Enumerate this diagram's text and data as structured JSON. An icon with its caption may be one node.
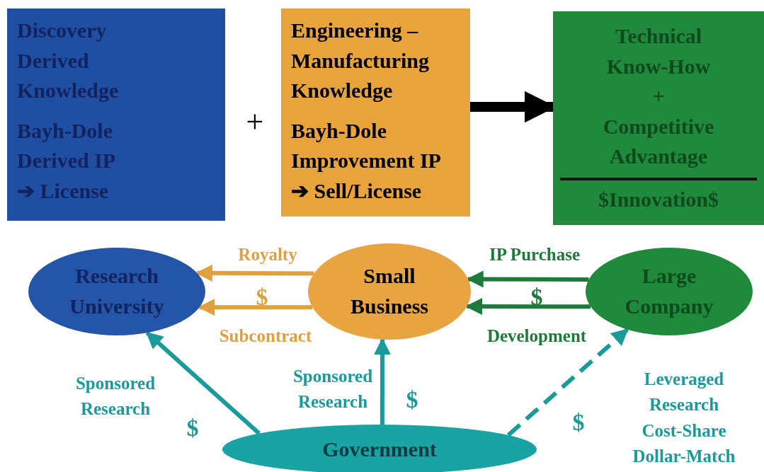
{
  "diagram": {
    "nodes": [
      {
        "text": [
          "Discovery Derived Knowledge",
          "Bayh-Dole Derived IP ➔ License"
        ]
      },
      {
        "text": [
          "Engineering – Manufacturing Knowledge",
          "Bayh-Dole Improvement IP ➔ Sell/License"
        ]
      },
      {
        "text": [
          "Technical Know-How",
          "+",
          "Competitive Advantage",
          "$Innovation$"
        ]
      },
      {
        "text": [
          "Research University"
        ]
      },
      {
        "text": [
          "Small Business"
        ]
      },
      {
        "text": [
          "Large Company"
        ]
      },
      {
        "text": [
          "Government"
        ]
      }
    ],
    "edges": [
      {
        "from": 1,
        "to": 2,
        "arrow": "to",
        "style": "thick",
        "color": "#000000"
      },
      {
        "from": 4,
        "to": 3,
        "arrow": "to",
        "label": "Royalty",
        "color": "#e0a040"
      },
      {
        "from": 4,
        "to": 3,
        "arrow": "to",
        "label": "Subcontract",
        "color": "#e0a040"
      },
      {
        "from": 5,
        "to": 4,
        "arrow": "to",
        "label": "IP Purchase",
        "color": "#1e7a3a"
      },
      {
        "from": 5,
        "to": 4,
        "arrow": "to",
        "label": "Development",
        "color": "#1e7a3a"
      },
      {
        "from": 6,
        "to": 3,
        "arrow": "to",
        "label": "Sponsored Research",
        "color": "#1a9a9a"
      },
      {
        "from": 6,
        "to": 4,
        "arrow": "to",
        "label": "Sponsored Research",
        "color": "#1a9a9a"
      },
      {
        "from": 6,
        "to": 5,
        "arrow": "to",
        "label": "Leveraged Research Cost-Share Dollar-Match",
        "style": "dashed",
        "color": "#1a9a9a"
      }
    ],
    "labels": [
      "+",
      "$",
      "$",
      "$",
      "$",
      "$"
    ]
  }
}
